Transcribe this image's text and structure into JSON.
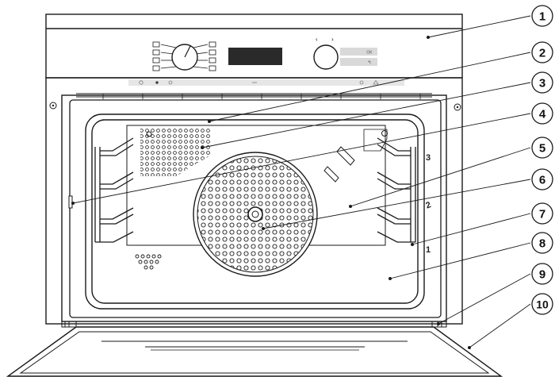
{
  "callouts": [
    {
      "id": "1",
      "label": "1"
    },
    {
      "id": "2",
      "label": "2"
    },
    {
      "id": "3",
      "label": "3"
    },
    {
      "id": "4",
      "label": "4"
    },
    {
      "id": "5",
      "label": "5"
    },
    {
      "id": "6",
      "label": "6"
    },
    {
      "id": "7",
      "label": "7"
    },
    {
      "id": "8",
      "label": "8"
    },
    {
      "id": "9",
      "label": "9"
    },
    {
      "id": "10",
      "label": "10"
    }
  ],
  "shelf_levels": [
    "3",
    "2",
    "1"
  ],
  "control_panel": {
    "ok_label": "OK",
    "back_label": "↰",
    "display_text": ""
  },
  "colors": {
    "line": "#1a1a1a",
    "panel_bar": "#e6e6e6",
    "display": "#2a2a2a"
  }
}
